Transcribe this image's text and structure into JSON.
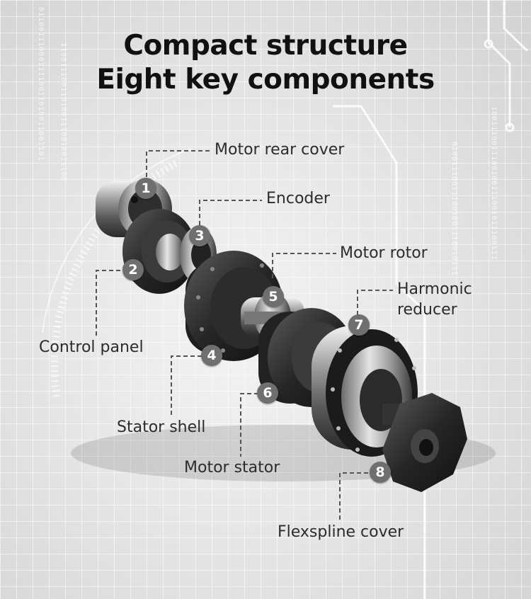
{
  "title": {
    "line1": "Compact structure",
    "line2": "Eight key components"
  },
  "components": [
    {
      "number": "1",
      "label": "Motor rear cover"
    },
    {
      "number": "2",
      "label": "Control panel"
    },
    {
      "number": "3",
      "label": "Encoder"
    },
    {
      "number": "4",
      "label": "Stator shell"
    },
    {
      "number": "5",
      "label": "Motor rotor"
    },
    {
      "number": "6",
      "label": "Motor stator"
    },
    {
      "number": "7",
      "label_line1": "Harmonic",
      "label_line2": "reducer"
    },
    {
      "number": "8",
      "label": "Flexspline cover"
    }
  ],
  "colors": {
    "badge": "#6f6f6f",
    "title": "#111111",
    "label": "#2c2c2c",
    "leader": "#555555"
  }
}
